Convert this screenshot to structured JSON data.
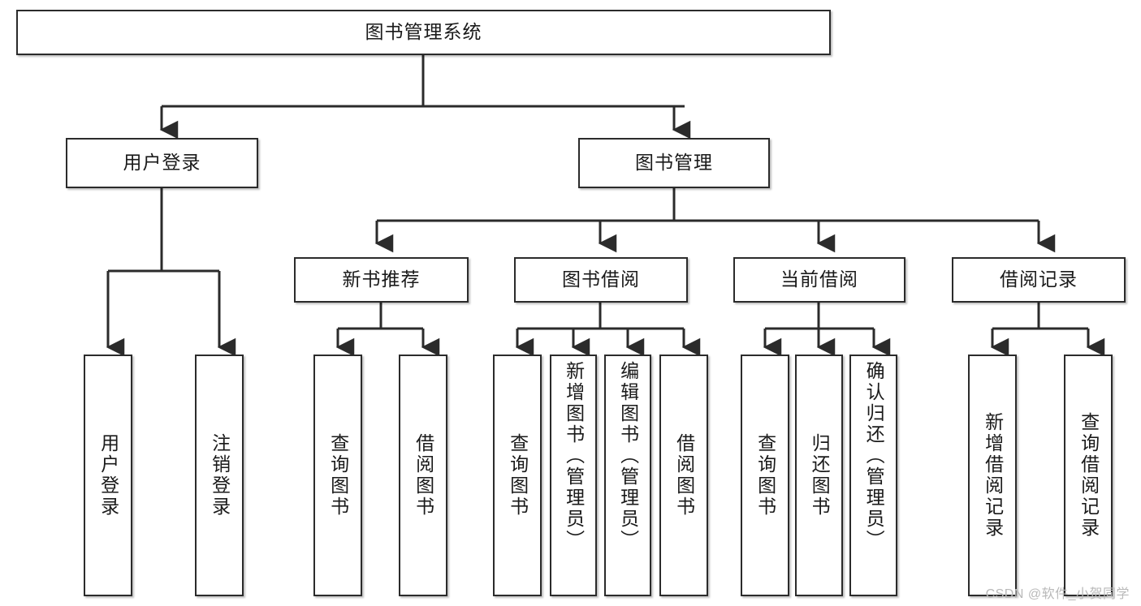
{
  "diagram": {
    "type": "tree-hierarchy",
    "title": "图书管理系统",
    "watermark": "CSDN @软件_小贺同学",
    "colors": {
      "node_border": "#2b2b2b",
      "node_fill": "#ffffff",
      "edge": "#2b2b2b",
      "text": "#1a1a1a",
      "watermark": "#b9b9b9"
    },
    "root": {
      "label": "图书管理系统"
    },
    "level2": [
      {
        "label": "用户登录"
      },
      {
        "label": "图书管理"
      }
    ],
    "level3": [
      {
        "label": "新书推荐"
      },
      {
        "label": "图书借阅"
      },
      {
        "label": "当前借阅"
      },
      {
        "label": "借阅记录"
      }
    ],
    "leaves": {
      "user_login": [
        {
          "label": "用户登录"
        },
        {
          "label": "注销登录"
        }
      ],
      "new_book_recommend": [
        {
          "label": "查询图书"
        },
        {
          "label": "借阅图书"
        }
      ],
      "book_borrow": [
        {
          "label": "查询图书"
        },
        {
          "label": "新增图书（管理员）"
        },
        {
          "label": "编辑图书（管理员）"
        },
        {
          "label": "借阅图书"
        }
      ],
      "current_borrow": [
        {
          "label": "查询图书"
        },
        {
          "label": "归还图书"
        },
        {
          "label": "确认归还（管理员）"
        }
      ],
      "borrow_record": [
        {
          "label": "新增借阅记录"
        },
        {
          "label": "查询借阅记录"
        }
      ]
    }
  }
}
